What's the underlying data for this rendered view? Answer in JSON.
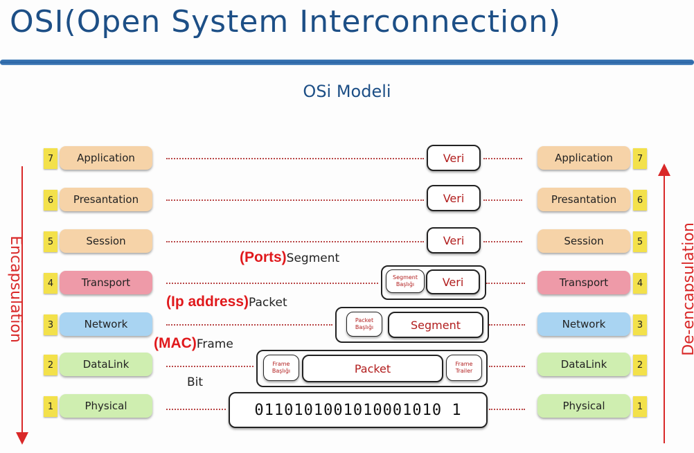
{
  "header": {
    "title": "OSI(Open System Interconnection)",
    "subtitle": "OSi Modeli"
  },
  "left_side_label": "Encapsulation",
  "right_side_label": "De-encapsulation",
  "layers": [
    {
      "number": "7",
      "name": "Application",
      "color": "#f6d3a8"
    },
    {
      "number": "6",
      "name": "Presantation",
      "color": "#f6d3a8"
    },
    {
      "number": "5",
      "name": "Session",
      "color": "#f6d3a8"
    },
    {
      "number": "4",
      "name": "Transport",
      "color": "#ee9aa8"
    },
    {
      "number": "3",
      "name": "Network",
      "color": "#a9d4f2"
    },
    {
      "number": "2",
      "name": "DataLink",
      "color": "#cfeeb0"
    },
    {
      "number": "1",
      "name": "Physical",
      "color": "#cfeeb0"
    }
  ],
  "pdu": {
    "data": "Veri",
    "segment_header": "Segment Başlığı",
    "segment": "Segment",
    "packet_header": "Packet Başlığı",
    "packet": "Packet",
    "frame_header": "Frame Başlığı",
    "frame_trailer": "Frame Trailer",
    "bits": "0110101001010001010 1"
  },
  "unit_labels": {
    "segment_highlight": "(Ports)",
    "segment": "Segment",
    "packet_highlight": "(Ip address)",
    "packet": "Packet",
    "frame_highlight": "(MAC)",
    "frame": "Frame",
    "bit": "Bit"
  }
}
